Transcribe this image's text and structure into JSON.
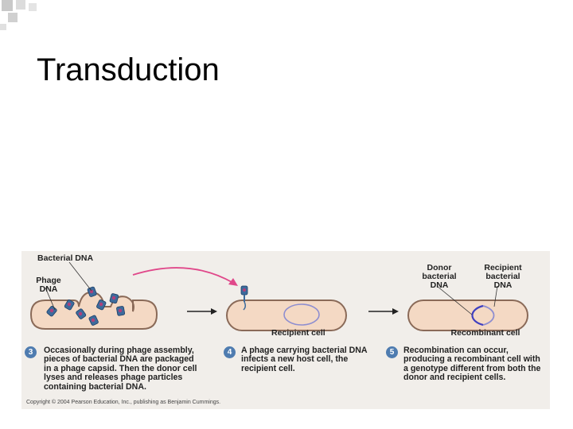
{
  "slide": {
    "title": "Transduction"
  },
  "figure": {
    "labels": {
      "bacterial_dna": "Bacterial DNA",
      "phage_dna": "Phage DNA",
      "recipient_cell": "Recipient cell",
      "recombinant_cell": "Recombinant cell",
      "donor_bacterial_dna": "Donor bacterial DNA",
      "recipient_bacterial_dna": "Recipient bacterial DNA"
    },
    "steps": [
      {
        "number": "3",
        "text": "Occasionally during phage assembly, pieces of bacterial DNA are packaged in a phage capsid. Then the donor cell lyses and releases phage particles containing bacterial DNA."
      },
      {
        "number": "4",
        "text": "A phage carrying bacterial DNA infects a new host cell, the recipient cell."
      },
      {
        "number": "5",
        "text": "Recombination can occur, producing a recombinant cell with a genotype different from both the donor and recipient cells."
      }
    ],
    "copyright": "Copyright © 2004 Pearson Education, Inc., publishing as Benjamin Cummings.",
    "colors": {
      "cell_fill": "#f4d9c4",
      "cell_stroke": "#8a6a58",
      "dna_recipient": "#8e8ed0",
      "dna_donor": "#4040c0",
      "phage": "#3d6b9c",
      "dna_piece": "#b0407a",
      "arrow_infect": "#e0488a",
      "badge": "#4f7cb0"
    }
  }
}
